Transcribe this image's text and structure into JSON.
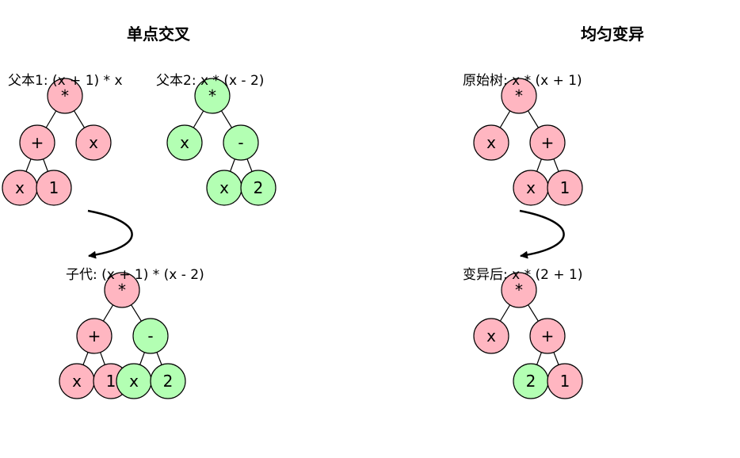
{
  "colors": {
    "pink": "#ffb6c1",
    "green": "#b3ffb3",
    "stroke": "#000000"
  },
  "crossover": {
    "title": "单点交叉",
    "parent1": {
      "label": "父本1: (x + 1) * x",
      "root": "*",
      "left": "+",
      "right": "x",
      "ll": "x",
      "lr": "1"
    },
    "parent2": {
      "label": "父本2: x * (x - 2)",
      "root": "*",
      "left": "x",
      "right": "-",
      "rl": "x",
      "rr": "2"
    },
    "child": {
      "label": "子代: (x + 1) * (x - 2)",
      "root": "*",
      "left": "+",
      "right": "-",
      "ll": "x",
      "lr": "1",
      "rl": "x",
      "rr": "2"
    }
  },
  "mutation": {
    "title": "均匀变异",
    "original": {
      "label": "原始树: x * (x + 1)",
      "root": "*",
      "left": "x",
      "right": "+",
      "rl": "x",
      "rr": "1"
    },
    "mutated": {
      "label": "变异后: x * (2 + 1)",
      "root": "*",
      "left": "x",
      "right": "+",
      "rl": "2",
      "rr": "1"
    }
  }
}
